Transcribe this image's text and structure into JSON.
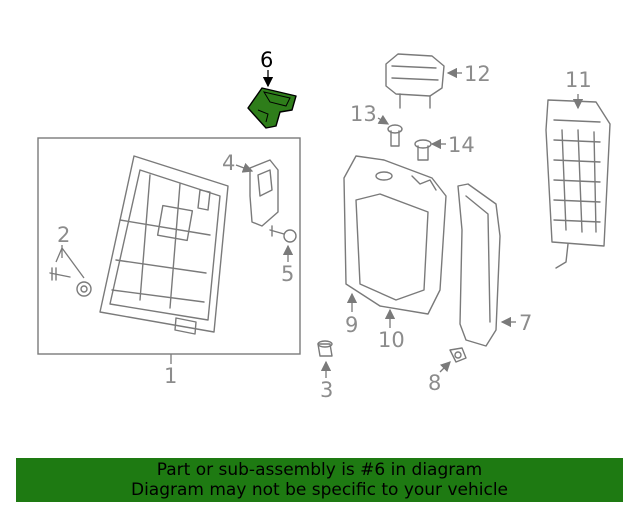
{
  "diagram": {
    "callouts": [
      "1",
      "2",
      "3",
      "4",
      "5",
      "6",
      "7",
      "8",
      "9",
      "10",
      "11",
      "12",
      "13",
      "14"
    ],
    "highlight_color": "#2e7d1a"
  },
  "footer": {
    "line1": "Part or sub-assembly is #6 in diagram",
    "line2": "Diagram may not be specific to your vehicle",
    "background": "#1e7a12"
  }
}
